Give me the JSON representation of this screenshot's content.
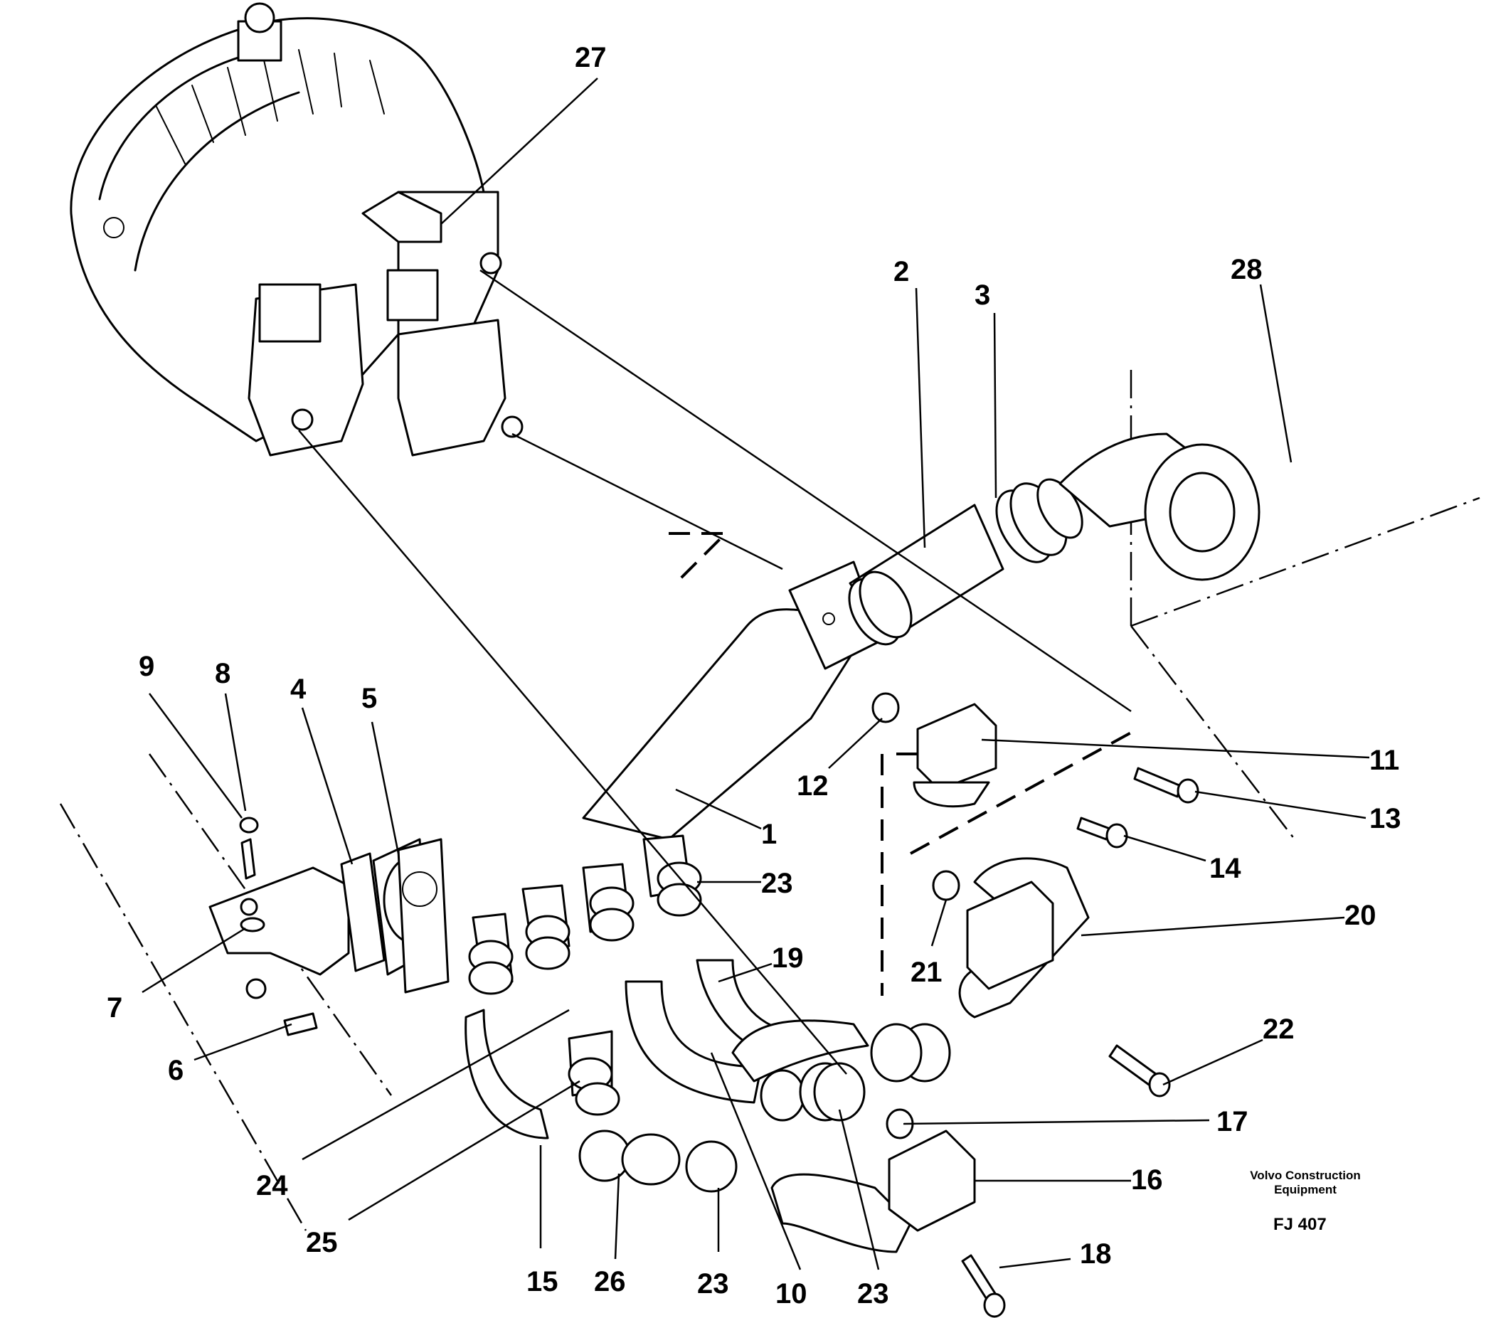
{
  "diagram": {
    "type": "exploded parts drawing",
    "callouts": [
      "27",
      "2",
      "3",
      "28",
      "9",
      "8",
      "4",
      "5",
      "7",
      "6",
      "1",
      "12",
      "11",
      "13",
      "14",
      "23",
      "19",
      "20",
      "21",
      "22",
      "17",
      "16",
      "18",
      "24",
      "25",
      "15",
      "26",
      "23",
      "10",
      "23"
    ],
    "publisher": "Volvo Construction Equipment",
    "figure_code": "FJ 407"
  }
}
